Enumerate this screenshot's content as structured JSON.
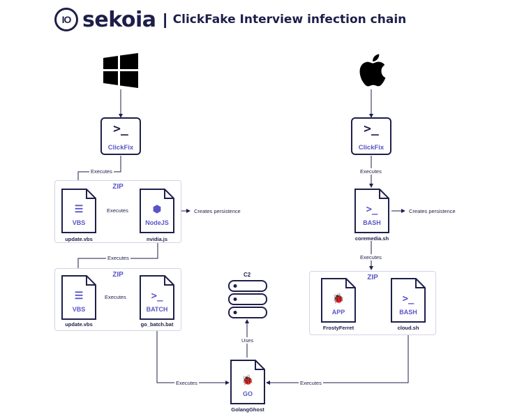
{
  "header": {
    "brand": "sekoia",
    "logo_mark": "IO",
    "separator": "|",
    "title": "ClickFake Interview infection chain"
  },
  "icons": {
    "windows": "windows-logo-icon",
    "apple": "apple-logo-icon",
    "watermark": "sekoia-watermark"
  },
  "colors": {
    "navy": "#1d1f4a",
    "accent": "#5a55c6",
    "border": "#d4d2e6"
  },
  "windows_chain": {
    "clickfix": {
      "prompt": ">_",
      "label": "ClickFix"
    },
    "edge_executes_1": "Executes",
    "zip1": {
      "label": "ZIP",
      "vbs": {
        "icon": "☰",
        "type": "VBS",
        "filename": "update.vbs"
      },
      "edge": "Executes",
      "nodejs": {
        "icon": "⬢",
        "type": "NodeJS",
        "filename": "nvidia.js"
      },
      "persistence": "Creates persistence"
    },
    "edge_executes_2": "Executes",
    "zip2": {
      "label": "ZIP",
      "vbs": {
        "icon": "☰",
        "type": "VBS",
        "filename": "update.vbs"
      },
      "edge": "Executes",
      "batch": {
        "icon": ">_",
        "type": "BATCH",
        "filename": "go_batch.bat"
      }
    },
    "edge_to_go": "Executes"
  },
  "mac_chain": {
    "clickfix": {
      "prompt": ">_",
      "label": "ClickFix"
    },
    "edge_executes_1": "Executes",
    "bash": {
      "icon": ">_",
      "type": "BASH",
      "filename": "coremedia.sh"
    },
    "persistence": "Creates persistence",
    "edge_executes_2": "Executes",
    "zip": {
      "label": "ZIP",
      "app": {
        "icon": "🐞",
        "type": "APP",
        "filename": "FrostyFerret"
      },
      "bash": {
        "icon": ">_",
        "type": "BASH",
        "filename": "cloud.sh"
      }
    },
    "edge_to_go": "Executes"
  },
  "c2": {
    "label": "C2",
    "uses": "Uses"
  },
  "golang": {
    "icon": "🐞",
    "type": "GO",
    "filename": "GolangGhost"
  }
}
